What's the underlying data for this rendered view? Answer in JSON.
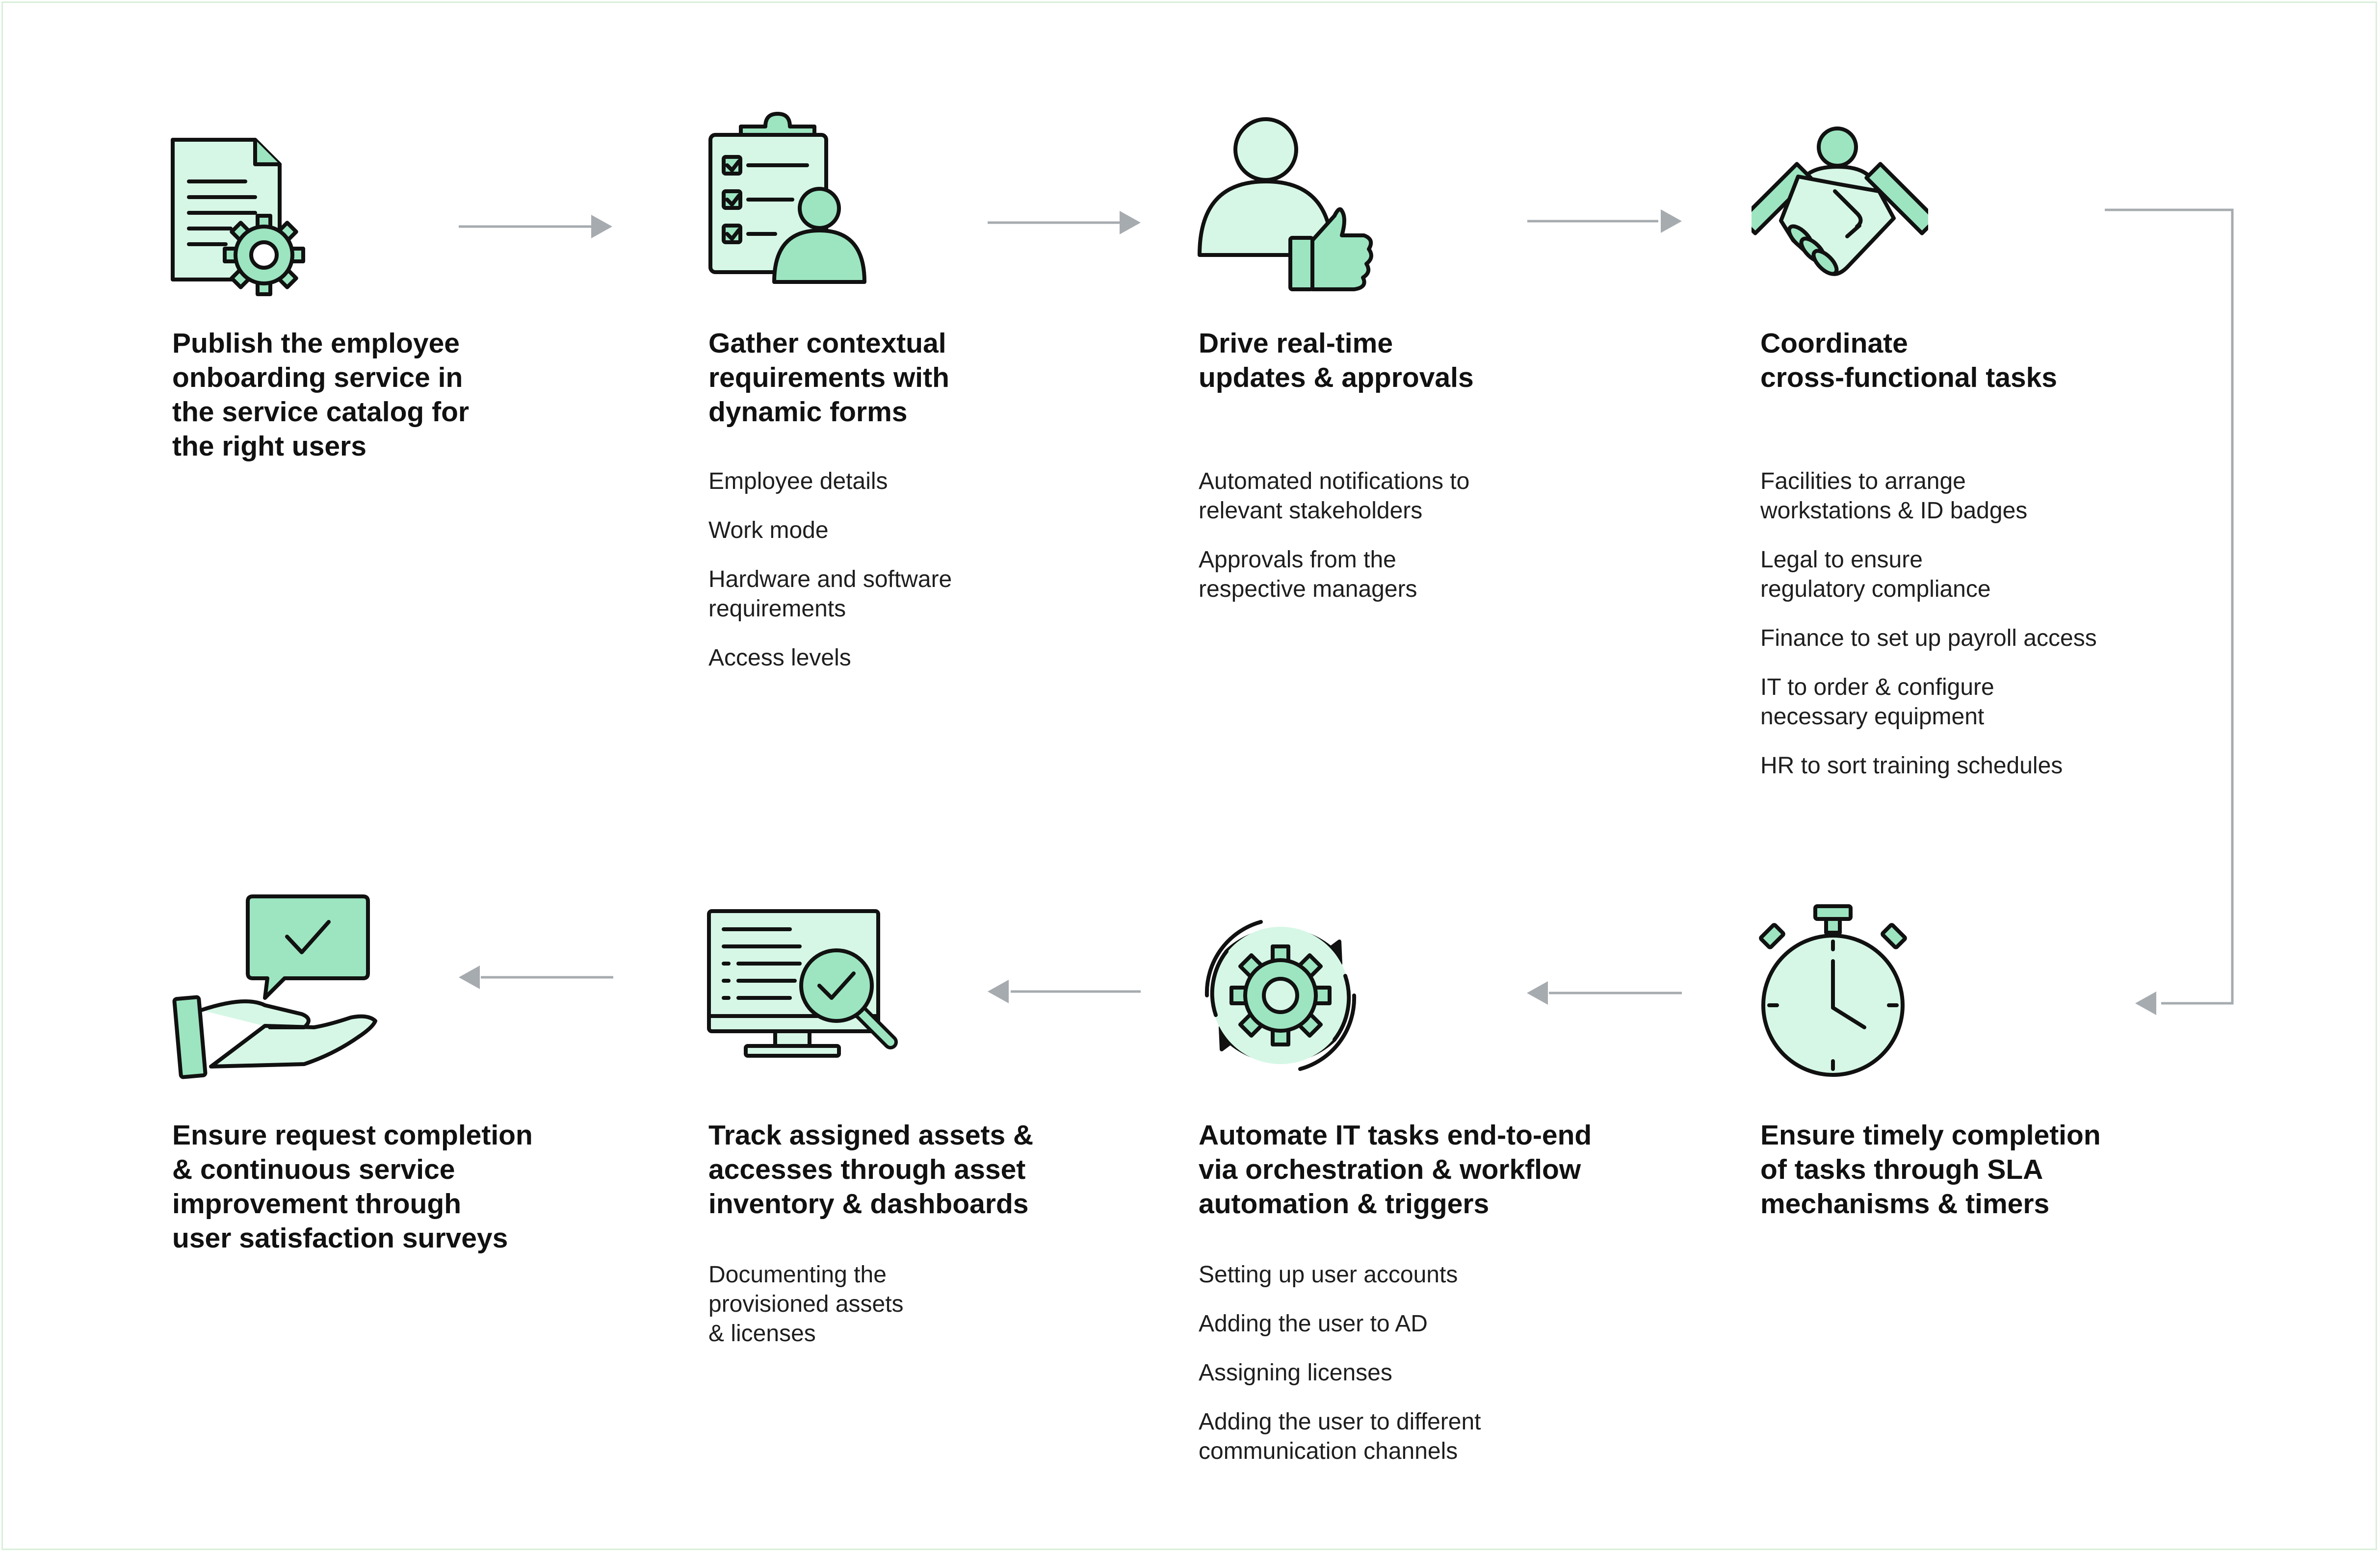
{
  "colors": {
    "accent_light": "#d6f7e6",
    "accent": "#9ce5c0",
    "stroke": "#111111",
    "connector": "#a6abaf",
    "frame": "#d9efd9"
  },
  "steps": [
    {
      "icon": "service-document-gear-icon",
      "title": "Publish the employee\nonboarding service in\nthe service catalog for\nthe right users",
      "items": []
    },
    {
      "icon": "clipboard-checklist-person-icon",
      "title": "Gather contextual\nrequirements with\ndynamic forms",
      "items": [
        "Employee details",
        "Work mode",
        "Hardware and software\nrequirements",
        "Access levels"
      ]
    },
    {
      "icon": "person-thumbs-up-icon",
      "title": "Drive real-time\nupdates & approvals",
      "items": [
        "Automated notifications to\nrelevant stakeholders",
        "Approvals from the\nrespective managers"
      ]
    },
    {
      "icon": "handshake-person-icon",
      "title": "Coordinate\ncross-functional tasks",
      "items": [
        "Facilities to arrange\nworkstations & ID badges",
        "Legal to ensure\nregulatory compliance",
        "Finance to set up payroll access",
        "IT to order & configure\nnecessary equipment",
        "HR to sort training schedules"
      ]
    },
    {
      "icon": "stopwatch-icon",
      "title": "Ensure timely completion\nof tasks through SLA\nmechanisms & timers",
      "items": []
    },
    {
      "icon": "gear-cycle-icon",
      "title": "Automate IT tasks end-to-end\nvia orchestration & workflow\nautomation & triggers",
      "items": [
        "Setting up user accounts",
        "Adding the user to AD",
        "Assigning licenses",
        "Adding the user to different\ncommunication channels"
      ]
    },
    {
      "icon": "monitor-magnifier-icon",
      "title": "Track assigned assets &\naccesses through asset\ninventory & dashboards",
      "items": [
        "Documenting the\nprovisioned assets\n& licenses"
      ]
    },
    {
      "icon": "hand-chat-check-icon",
      "title": "Ensure request completion\n& continuous service\nimprovement through\nuser satisfaction surveys",
      "items": []
    }
  ]
}
